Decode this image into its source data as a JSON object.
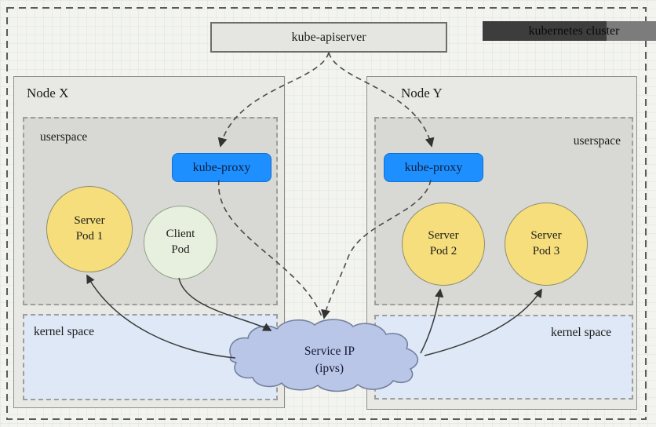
{
  "cluster": {
    "label": "kubernetes cluster"
  },
  "apiserver": {
    "label": "kube-apiserver"
  },
  "service_cloud": {
    "line1": "Service IP",
    "line2": "(ipvs)"
  },
  "nodes": [
    {
      "name": "Node X",
      "userspace_label": "userspace",
      "kernel_label": "kernel space",
      "proxy_label": "kube-proxy",
      "pods": [
        {
          "line1": "Server",
          "line2": "Pod 1",
          "kind": "server"
        },
        {
          "line1": "Client",
          "line2": "Pod",
          "kind": "client"
        }
      ]
    },
    {
      "name": "Node Y",
      "userspace_label": "userspace",
      "kernel_label": "kernel space",
      "proxy_label": "kube-proxy",
      "pods": [
        {
          "line1": "Server",
          "line2": "Pod 2",
          "kind": "server"
        },
        {
          "line1": "Server",
          "line2": "Pod 3",
          "kind": "server"
        }
      ]
    }
  ],
  "connections": [
    {
      "from": "kube-apiserver",
      "to": "kube-proxy (Node X)",
      "style": "dashed"
    },
    {
      "from": "kube-apiserver",
      "to": "kube-proxy (Node Y)",
      "style": "dashed"
    },
    {
      "from": "kube-proxy (Node X)",
      "to": "Service IP (ipvs)",
      "style": "dashed"
    },
    {
      "from": "kube-proxy (Node Y)",
      "to": "Service IP (ipvs)",
      "style": "dashed"
    },
    {
      "from": "Client Pod",
      "to": "Service IP (ipvs)",
      "style": "solid"
    },
    {
      "from": "Service IP (ipvs)",
      "to": "Server Pod 1",
      "style": "solid"
    },
    {
      "from": "Service IP (ipvs)",
      "to": "Server Pod 2",
      "style": "solid"
    },
    {
      "from": "Service IP (ipvs)",
      "to": "Server Pod 3",
      "style": "solid"
    }
  ],
  "colors": {
    "kube_proxy_fill": "#1e8fff",
    "server_pod_fill": "#f6de7c",
    "client_pod_fill": "#e7f0de",
    "cloud_fill": "#b9c6e8",
    "kernel_space_fill": "#dfe8f6",
    "userspace_fill": "#d8d8d4",
    "node_fill": "#e8e8e5",
    "apiserver_fill": "#e5e5e2",
    "cluster_bar_dark": "#3d3d3d",
    "cluster_bar_light": "#7c7c7c",
    "background": "#f3f4f0"
  }
}
